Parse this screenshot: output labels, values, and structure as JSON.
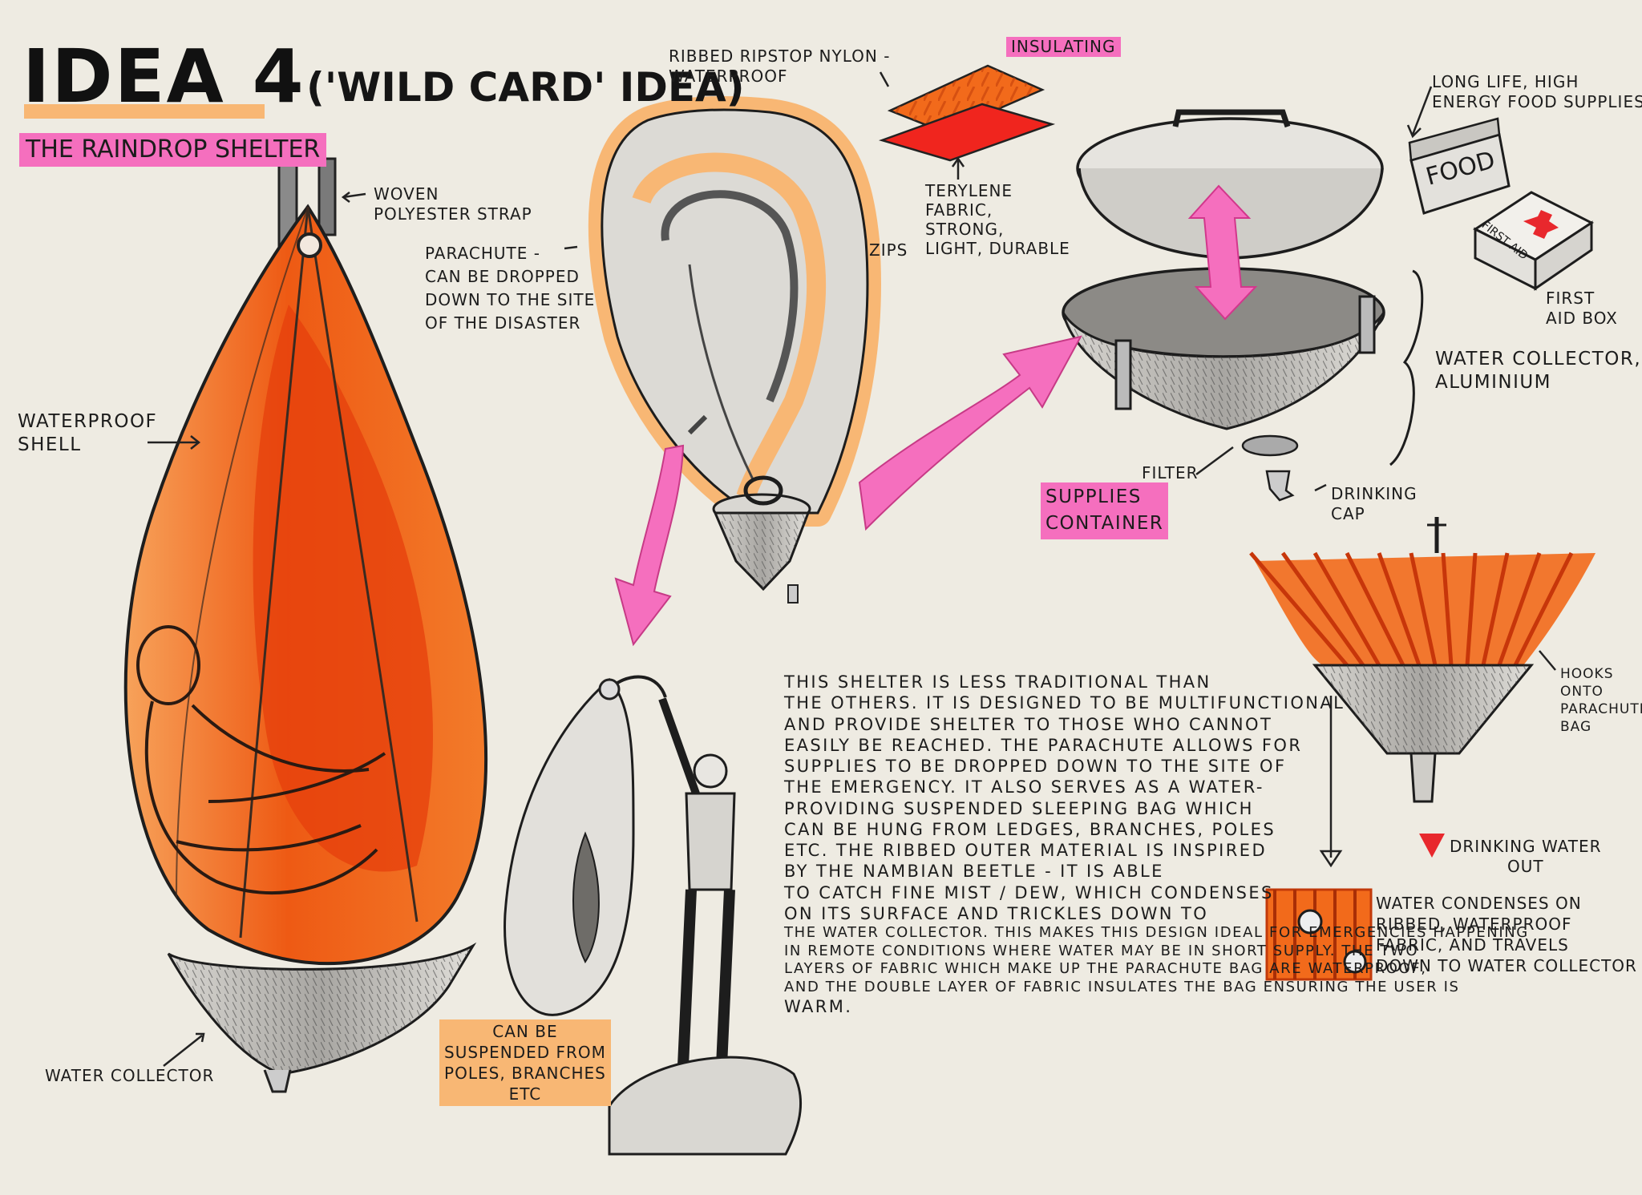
{
  "title": "IDEA 4",
  "subtitle": "('WILD CARD' IDEA)",
  "shelter_name": "THE RAINDROP SHELTER",
  "labels": {
    "woven_strap": "WOVEN\nPOLYESTER STRAP",
    "waterproof_shell": "WATERPROOF\nSHELL",
    "water_collector_bottom": "WATER COLLECTOR",
    "parachute": "PARACHUTE -\nCAN BE DROPPED\nDOWN TO THE SITE\nOF THE DISASTER",
    "ribbed_nylon": "RIBBED RIPSTOP NYLON -\nWATERPROOF",
    "insulating": "INSULATING",
    "zips": "ZIPS",
    "terylene": "TERYLENE\nFABRIC,\nSTRONG,\nLIGHT, DURABLE",
    "food_supplies": "LONG LIFE, HIGH\nENERGY FOOD SUPPLIES",
    "food_can": "FOOD",
    "first_aid_kit": "FIRST AID",
    "first_aid_box": "FIRST\nAID BOX",
    "water_collector_aluminium": "WATER COLLECTOR,\nALUMINIUM",
    "filter": "FILTER",
    "drinking_cap": "DRINKING\nCAP",
    "supplies_container": "SUPPLIES\nCONTAINER",
    "suspended": "CAN BE\nSUSPENDED FROM\nPOLES, BRANCHES\nETC",
    "hooks": "HOOKS\nONTO\nPARACHUTE\nBAG",
    "drinking_water": "DRINKING WATER\nOUT",
    "condenses": "WATER CONDENSES ON\nRIBBED, WATERPROOF\nFABRIC, AND TRAVELS\nDOWN TO WATER COLLECTOR"
  },
  "description": [
    "THIS SHELTER IS LESS TRADITIONAL THAN",
    "THE OTHERS. IT IS DESIGNED TO BE MULTIFUNCTIONAL",
    "AND PROVIDE SHELTER TO THOSE WHO CANNOT",
    "EASILY BE REACHED. THE PARACHUTE ALLOWS FOR",
    "SUPPLIES TO BE DROPPED DOWN TO THE SITE OF",
    "THE EMERGENCY. IT ALSO SERVES AS A WATER-",
    "PROVIDING SUSPENDED SLEEPING BAG WHICH",
    "CAN BE HUNG FROM LEDGES, BRANCHES, POLES",
    "ETC. THE RIBBED OUTER MATERIAL IS INSPIRED",
    "BY THE NAMBIAN BEETLE - IT IS ABLE",
    "TO CATCH FINE MIST / DEW, WHICH CONDENSES",
    "ON ITS SURFACE AND TRICKLES DOWN TO",
    "THE WATER COLLECTOR. THIS MAKES THIS DESIGN IDEAL FOR EMERGENCIES HAPPENING",
    "IN REMOTE CONDITIONS WHERE WATER MAY BE IN SHORT SUPPLY. THE TWO",
    "LAYERS OF FABRIC WHICH MAKE UP THE PARACHUTE BAG ARE WATERPROOF,",
    "AND THE DOUBLE LAYER OF FABRIC INSULATES THE BAG ENSURING THE USER IS",
    "WARM."
  ],
  "colors": {
    "paper": "#eeebe2",
    "orange": "#f26a1b",
    "orange_light": "#f8b774",
    "pink": "#f04fa8",
    "red": "#e8282d"
  }
}
